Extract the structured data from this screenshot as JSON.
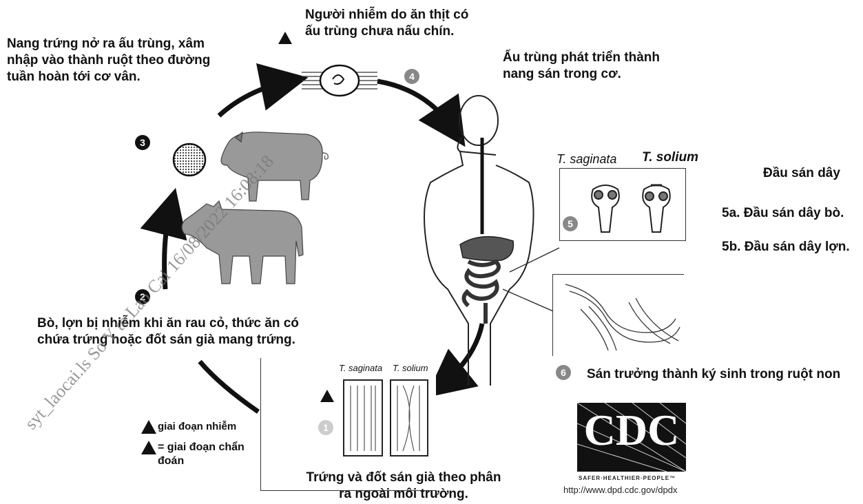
{
  "texts": {
    "step3_caption": [
      "Nang trứng nở ra ấu trùng, xâm",
      "nhập vào  thành ruột theo đường",
      "tuần hoàn tới cơ vân."
    ],
    "step4_caption": [
      "Người nhiễm do ăn thịt có",
      "ấu trùng chưa nấu chín."
    ],
    "larva_caption": [
      "Ấu trùng  phát triển thành",
      "nang sán trong cơ."
    ],
    "step2_caption": [
      "Bò, lợn bị nhiễm khi ăn rau cỏ, thức ăn có",
      "chứa trứng hoặc đốt sán già mang trứng."
    ],
    "step1_caption": [
      "Trứng và đốt sán già theo phân",
      "ra ngoài môi trường."
    ],
    "step6_caption": "Sán trưởng thành ký sinh trong ruột non",
    "scolex_title": "Đầu sán dây",
    "scolex_a": "5a. Đầu sán dây bò.",
    "scolex_b": "5b. Đầu sán dây lợn.",
    "species_top": [
      "T. saginata",
      "T. solium"
    ],
    "species_bottom": [
      "T. saginata",
      "T. solium"
    ],
    "legend_infection": "giai đoạn nhiễm",
    "legend_diagnostic": [
      "= giai đoạn chẩn",
      "đoán"
    ],
    "url": "http://www.dpd.cdc.gov/dpdx",
    "cdc_logo": "CDC",
    "cdc_tagline": "SAFER·HEALTHIER·PEOPLE™",
    "watermark": "syt_laocai.ls So Y te Lao Cai 16/08/2022 16:08:18"
  },
  "markers": {
    "n1": "1",
    "n2": "2",
    "n3": "3",
    "n4": "4",
    "n5": "5",
    "n6": "6",
    "triangle_i": "i",
    "triangle_d": "d"
  },
  "colors": {
    "ink": "#111111",
    "gray": "#888888",
    "organ": "#555555"
  }
}
